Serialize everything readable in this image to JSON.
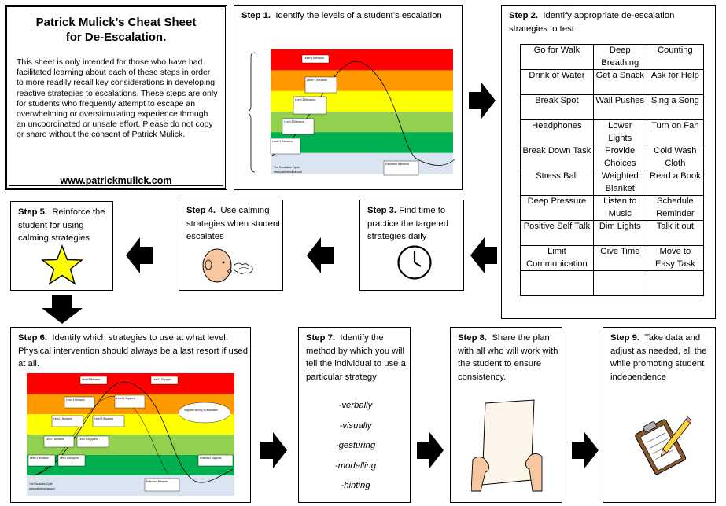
{
  "header": {
    "title_line1": "Patrick Mulick’s Cheat Sheet",
    "title_line2": "for De-Escalation.",
    "body": "This sheet is only intended for those who have had facilitated learning about each of these steps in order to more readily recall key considerations in developing reactive strategies to escalations.  These steps are only for students who frequently attempt to escape an overwhelming or overstimulating experience through an uncoordinated or unsafe effort.  Please do not copy or share without the consent of Patrick Mulick.",
    "url": "www.patrickmulick.com"
  },
  "steps": {
    "s1": {
      "label": "Step 1.",
      "text": "Identify the levels of a student’s escalation"
    },
    "s2": {
      "label": "Step 2.",
      "text": "Identify appropriate de-escalation strategies to test"
    },
    "s3": {
      "label": "Step 3.",
      "text": "Find time to practice the targeted strategies daily"
    },
    "s4": {
      "label": "Step 4.",
      "text": "Use calming strategies when student escalates"
    },
    "s5": {
      "label": "Step 5.",
      "text": "Reinforce the student for using calming strategies"
    },
    "s6": {
      "label": "Step 6.",
      "text": "Identify which strategies to use at what level. Physical intervention should always be a last resort if used at all."
    },
    "s7": {
      "label": "Step 7.",
      "text": "Identify the method by which you will tell the individual to use a particular strategy"
    },
    "s8": {
      "label": "Step 8.",
      "text": "Share the plan with all who will work with the student to ensure consistency."
    },
    "s9": {
      "label": "Step 9.",
      "text": "Take data and adjust as needed, all the while promoting student independence"
    }
  },
  "strategies": [
    [
      "Go for Walk",
      "Deep Breathing",
      "Counting"
    ],
    [
      "Drink of Water",
      "Get a Snack",
      "Ask for Help"
    ],
    [
      "Break Spot",
      "Wall Pushes",
      "Sing a Song"
    ],
    [
      "Headphones",
      "Lower Lights",
      "Turn on Fan"
    ],
    [
      "Break Down Task",
      "Provide Choices",
      "Cold Wash Cloth"
    ],
    [
      "Stress Ball",
      "Weighted Blanket",
      "Read a Book"
    ],
    [
      "Deep Pressure",
      "Listen to Music",
      "Schedule Reminder"
    ],
    [
      "Positive Self Talk",
      "Dim Lights",
      "Talk it out"
    ],
    [
      "Limit Communication",
      "Give Time",
      "Move to Easy Task"
    ],
    [
      "",
      "",
      ""
    ]
  ],
  "methods": [
    "-verbally",
    "-visually",
    "-gesturing",
    "-modelling",
    "-hinting"
  ],
  "escalation_chart": {
    "small_title": "The Escalation Cycle",
    "small_url": "www.patrickmulick.com",
    "levels": [
      "Level 5 Behavior",
      "Level 4 Behavior",
      "Level 3 Behavior",
      "Level 2 Behavior",
      "Level 1 Behavior"
    ],
    "extinction": "Extinction Behavior",
    "supports": [
      "Level 5 Supports",
      "Level 4 Supports",
      "Level 3 Supports",
      "Level 2 Supports",
      "Level 1 Supports"
    ],
    "supports_note": "Supports during De-escalation",
    "extinction_supports": "Extinction Supports",
    "band_colors": [
      "#ff0000",
      "#ff9900",
      "#ffff00",
      "#92d050",
      "#00b050",
      "#dbe5f1"
    ]
  }
}
